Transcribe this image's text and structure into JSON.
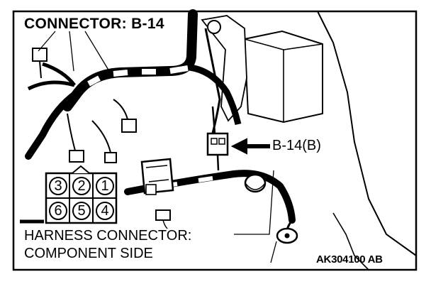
{
  "title": "CONNECTOR: B-14",
  "callout_label": "B-14(B)",
  "connector_face": {
    "label_line1": "HARNESS CONNECTOR:",
    "label_line2": "COMPONENT SIDE",
    "top_row": [
      "3",
      "2",
      "1"
    ],
    "bottom_row": [
      "6",
      "5",
      "4"
    ]
  },
  "figure_code": "AK304100 AB"
}
